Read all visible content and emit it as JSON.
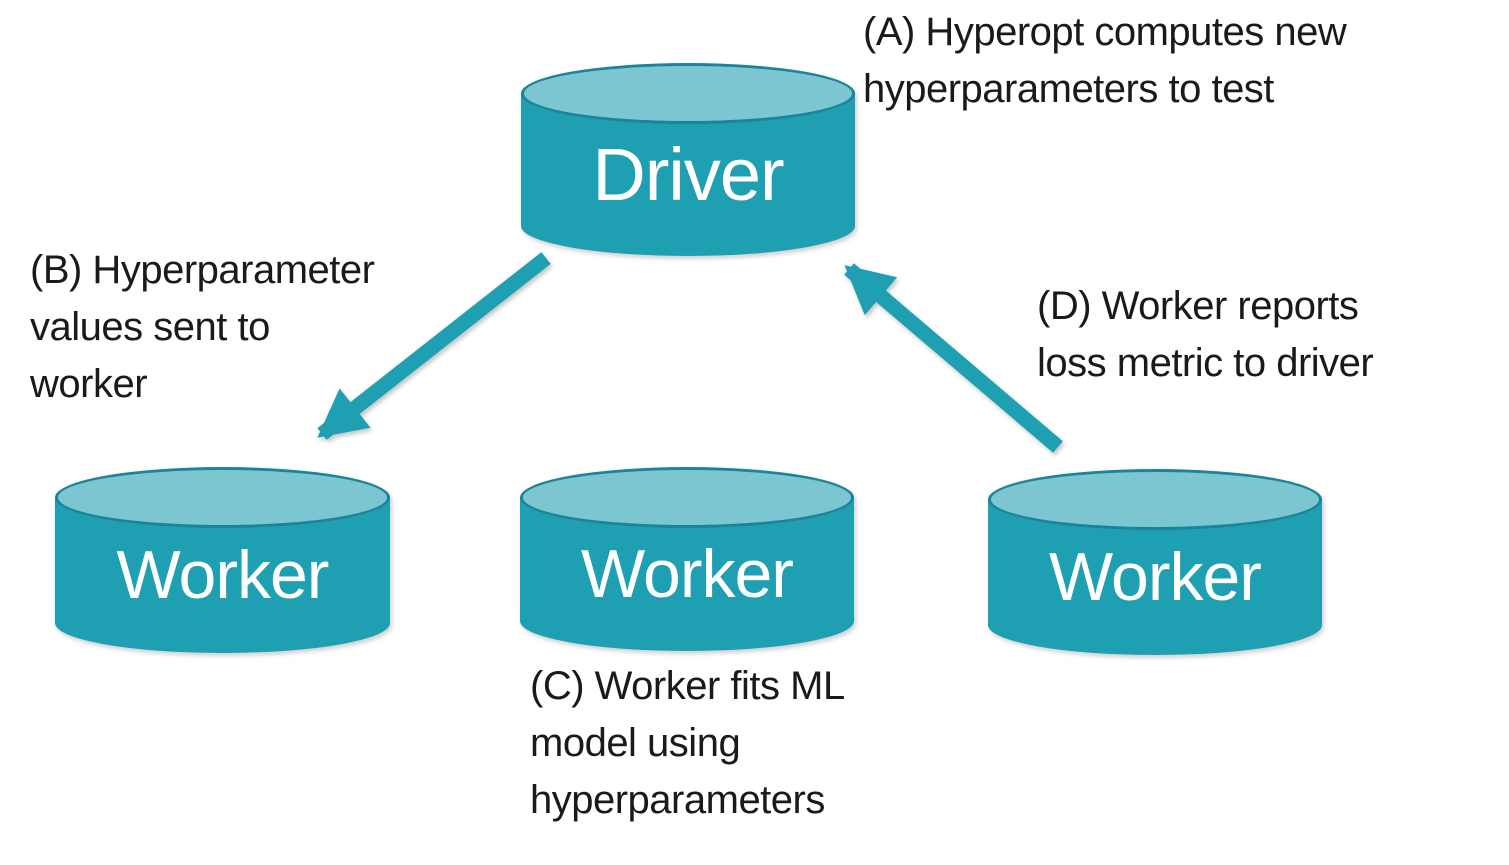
{
  "diagram": {
    "background_color": "#ffffff",
    "colors": {
      "node_body": "#1fa0b2",
      "node_top": "#7cc6d2",
      "node_top_outline": "#1a8599",
      "arrow": "#1fa0b2",
      "annotation_text": "#1a1a1a",
      "node_label_text": "#ffffff"
    },
    "nodes": [
      {
        "id": "driver",
        "label": "Driver"
      },
      {
        "id": "worker-left",
        "label": "Worker"
      },
      {
        "id": "worker-center",
        "label": "Worker"
      },
      {
        "id": "worker-right",
        "label": "Worker"
      }
    ],
    "arrows": [
      {
        "id": "arrow-b",
        "from": "driver",
        "to": "worker-left",
        "annotation": "B"
      },
      {
        "id": "arrow-d",
        "from": "worker-right",
        "to": "driver",
        "annotation": "D"
      }
    ],
    "annotations": {
      "a": {
        "lines": [
          "(A) Hyperopt computes new",
          "hyperparameters to test"
        ]
      },
      "b": {
        "lines": [
          "(B) Hyperparameter",
          "values sent to",
          "worker"
        ]
      },
      "c": {
        "lines": [
          "(C) Worker fits ML",
          "model using",
          "hyperparameters"
        ]
      },
      "d": {
        "lines": [
          "(D) Worker reports",
          "loss metric to driver"
        ]
      }
    }
  }
}
